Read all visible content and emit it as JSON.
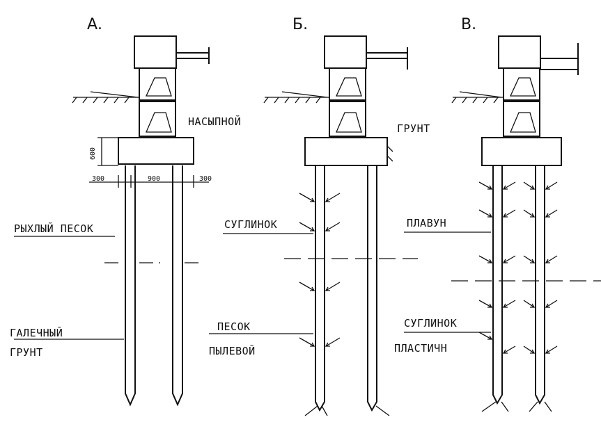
{
  "panels": [
    {
      "letter": "А."
    },
    {
      "letter": "Б."
    },
    {
      "letter": "В."
    }
  ],
  "labels": {
    "fill_soil_1": "НАСЫПНОЙ",
    "fill_soil_2": "ГРУНТ",
    "loose_sand": "РЫХЛЫЙ ПЕСОК",
    "gravel_1": "ГАЛЕЧНЫЙ",
    "gravel_2": "ГРУНТ",
    "loam": "СУГЛИНОК",
    "silty_sand_1": "ПЕСОК",
    "silty_sand_2": "ПЫЛЕВОЙ",
    "quicksand": "ПЛАВУН",
    "dense_loam_1": "СУГЛИНОК",
    "dense_loam_2": "ПЛАСТИЧН"
  },
  "dimensions": {
    "grillage_height": "600",
    "edge_left": "300",
    "pile_spacing": "900",
    "edge_right": "300"
  }
}
